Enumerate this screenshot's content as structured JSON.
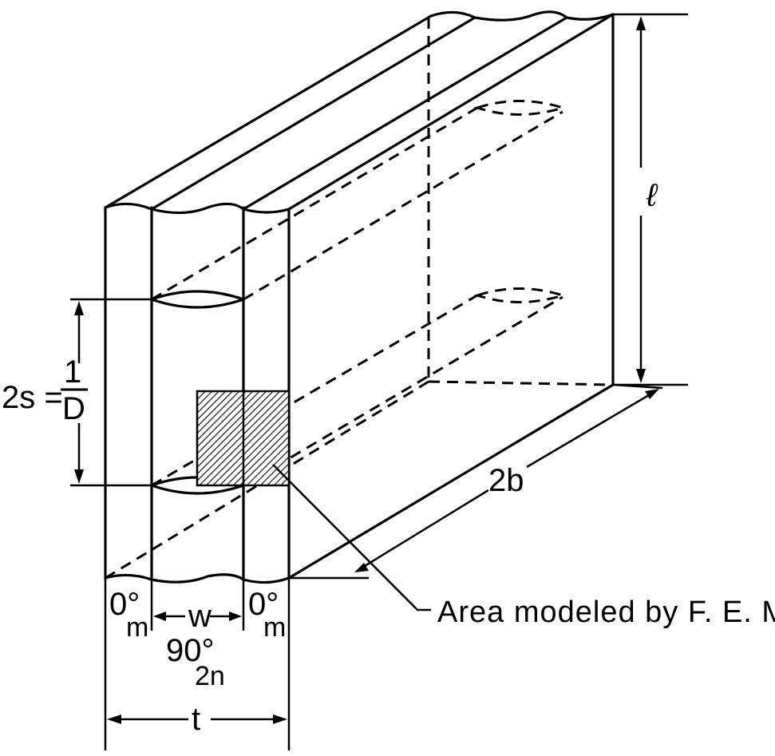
{
  "colors": {
    "ink": "#000000",
    "hatch_fill": "#bdbdbd",
    "background": "#ffffff"
  },
  "labels": {
    "spacing_eq": "2s =",
    "one": "1",
    "D": "D",
    "ell": "ℓ",
    "twob": "2b",
    "w": "w",
    "t": "t",
    "left_ply_angle": "0°",
    "left_ply_sub": "m",
    "right_ply_angle": "0°",
    "right_ply_sub": "m",
    "center_ply_angle": "90°",
    "center_ply_sub": "2n",
    "fem_note": "Area modeled by F. E. M."
  }
}
